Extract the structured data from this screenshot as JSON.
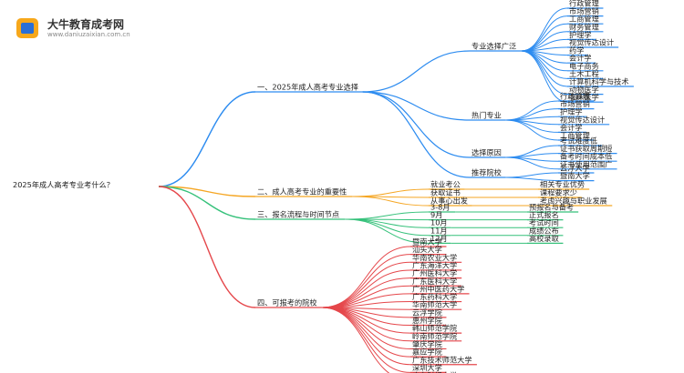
{
  "header": {
    "brand": "大牛教育成考网",
    "site": "www.daniuzaixian.com.cn",
    "logo_icon": "book-logo-icon"
  },
  "mindmap": {
    "root": "2025年成人高考专业考什么？",
    "colors": {
      "branch1": "#2d8cf0",
      "branch2": "#f5a623",
      "branch3": "#35c17a",
      "branch4": "#e5474b",
      "text": "#222222"
    },
    "branches": [
      {
        "label": "一、2025年成人高考专业选择",
        "subs": [
          {
            "label": "专业选择广泛",
            "leaves": [
              "行政管理",
              "市场营销",
              "工商管理",
              "财务管理",
              "护理学",
              "视觉传达设计",
              "药学",
              "会计学",
              "电子商务",
              "土木工程",
              "计算机科学与技术",
              "动物医学",
              "临床医学"
            ]
          },
          {
            "label": "热门专业",
            "leaves": [
              "行政管理",
              "市场营销",
              "护理学",
              "视觉传达设计",
              "会计学",
              "工商管理"
            ]
          },
          {
            "label": "选择原因",
            "leaves": [
              "考试难度低",
              "证书获取周期短",
              "备考时间成本低",
              "证书使用范围广"
            ]
          },
          {
            "label": "推荐院校",
            "leaves": [
              "云浮大学",
              "暨南大学"
            ]
          }
        ]
      },
      {
        "label": "二、成人高考专业的重要性",
        "pairs": [
          [
            "就业考公",
            "相关专业优势"
          ],
          [
            "获取证书",
            "课程要求少"
          ],
          [
            "从事心出发",
            "考虑兴趣与职业发展"
          ]
        ]
      },
      {
        "label": "三、报名流程与时间节点",
        "pairs": [
          [
            "3-8月",
            "预报名与备考"
          ],
          [
            "9月",
            "正式报名"
          ],
          [
            "10月",
            "考试时间"
          ],
          [
            "11月",
            "成绩公布"
          ],
          [
            "12月",
            "高校录取"
          ]
        ]
      },
      {
        "label": "四、可报考的院校",
        "leaves": [
          "暨南大学",
          "汕头大学",
          "华南农业大学",
          "广东海洋大学",
          "广州医科大学",
          "广东医科大学",
          "广州中医药大学",
          "广东药科大学",
          "华南师范大学",
          "云浮学院",
          "惠州学院",
          "韩山师范学院",
          "岭南师范学院",
          "肇庆学院",
          "嘉应学院",
          "广东技术师范大学",
          "深圳大学",
          "广东财经大学"
        ]
      }
    ]
  }
}
